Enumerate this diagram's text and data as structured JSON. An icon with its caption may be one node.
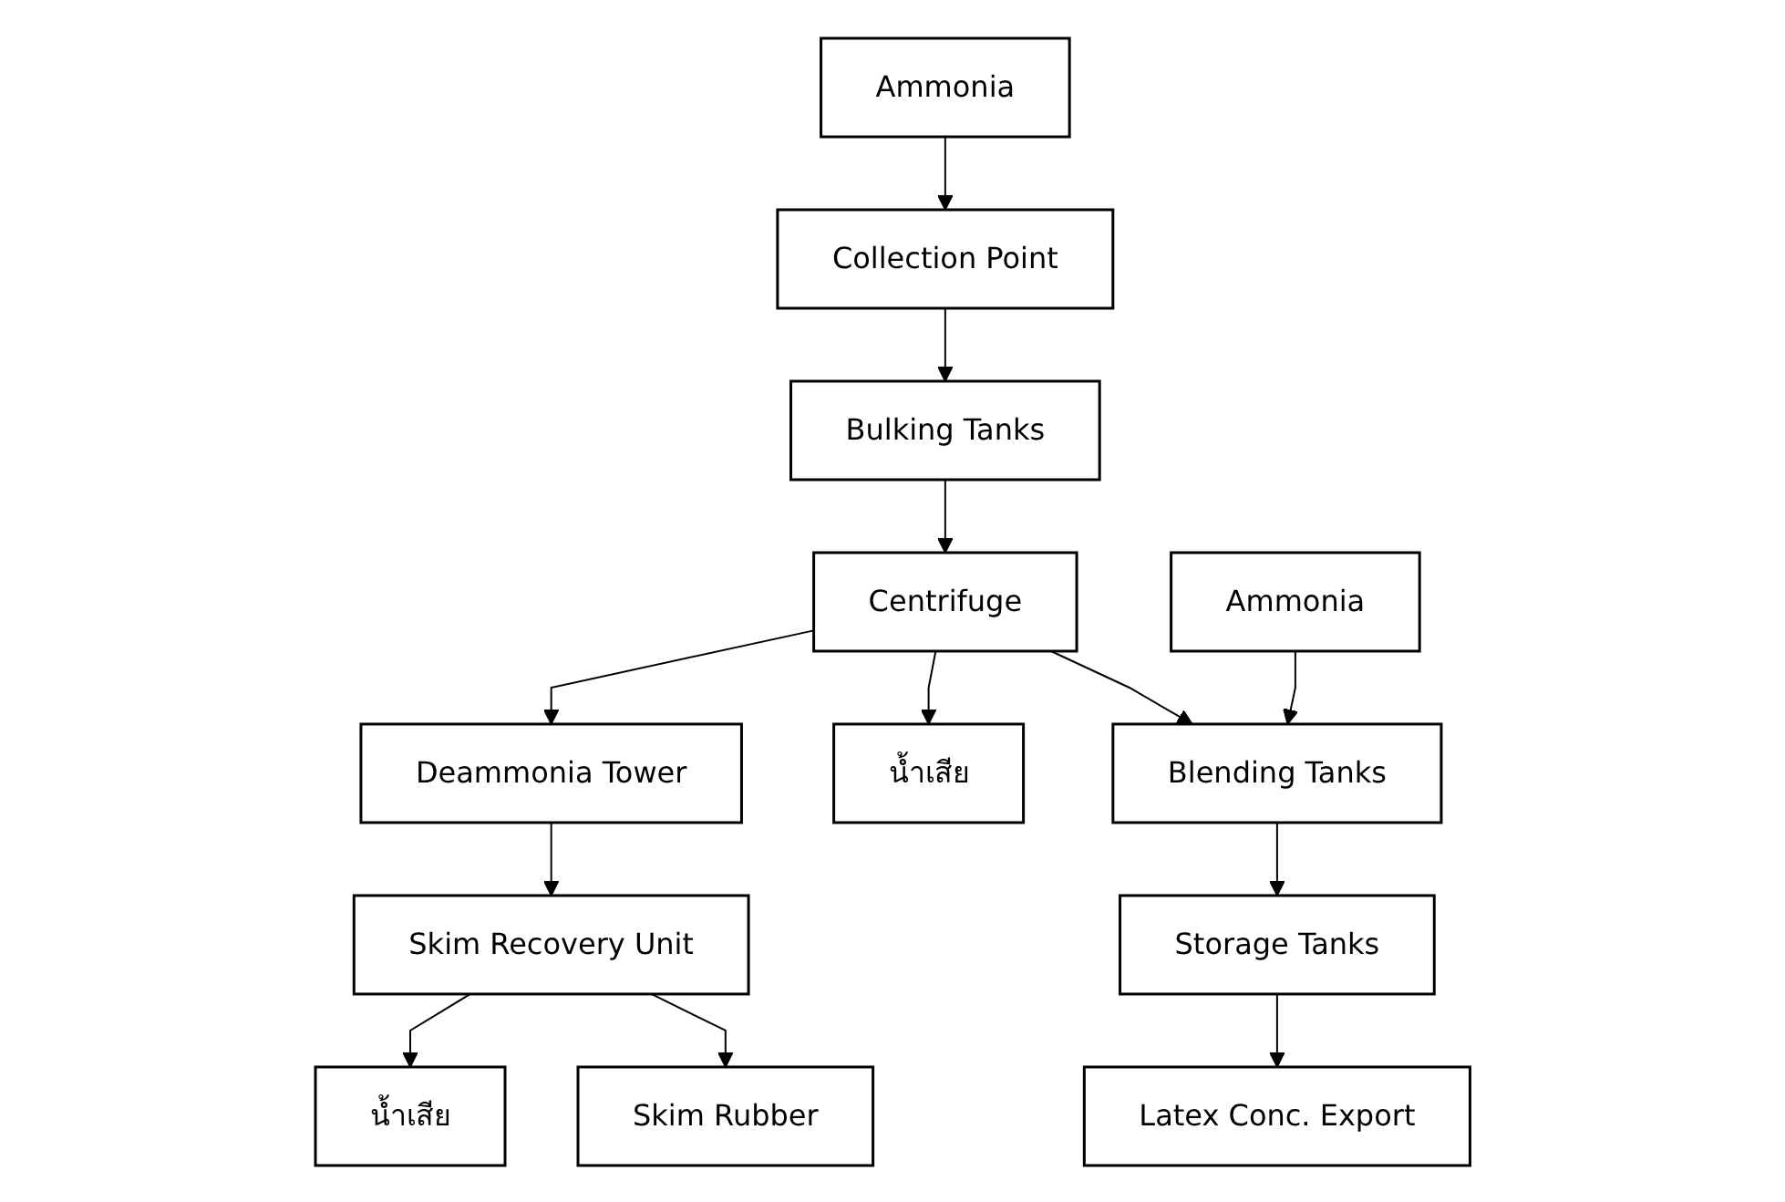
{
  "diagram": {
    "nodes": [
      {
        "text": [
          "Collection Point"
        ]
      },
      {
        "text": [
          "Ammonia"
        ]
      },
      {
        "text": [
          "Bulking Tanks"
        ]
      },
      {
        "text": [
          "Centrifuge"
        ]
      },
      {
        "text": [
          "Deammonia Tower"
        ]
      },
      {
        "text": [
          "น้ำเสีย"
        ]
      },
      {
        "text": [
          "Skim Recovery Unit"
        ]
      },
      {
        "text": [
          "Ammonia"
        ]
      },
      {
        "text": [
          "Blending Tanks"
        ]
      },
      {
        "text": [
          "น้ำเสีย"
        ]
      },
      {
        "text": [
          "Storage Tanks"
        ]
      },
      {
        "text": [
          "Latex Conc. Export"
        ]
      },
      {
        "text": [
          "Skim Rubber"
        ]
      }
    ],
    "edges": [
      {
        "from": 1,
        "to": 0,
        "arrow": "to"
      },
      {
        "from": 0,
        "to": 2,
        "arrow": "to"
      },
      {
        "from": 2,
        "to": 3,
        "arrow": "to"
      },
      {
        "from": 3,
        "to": 4,
        "arrow": "to"
      },
      {
        "from": 3,
        "to": 5,
        "arrow": "to"
      },
      {
        "from": 3,
        "to": 8,
        "arrow": "to"
      },
      {
        "from": 4,
        "to": 6,
        "arrow": "to"
      },
      {
        "from": 7,
        "to": 8,
        "arrow": "to"
      },
      {
        "from": 6,
        "to": 9,
        "arrow": "to"
      },
      {
        "from": 8,
        "to": 10,
        "arrow": "to"
      },
      {
        "from": 10,
        "to": 11,
        "arrow": "to"
      },
      {
        "from": 6,
        "to": 12,
        "arrow": "to"
      }
    ]
  }
}
